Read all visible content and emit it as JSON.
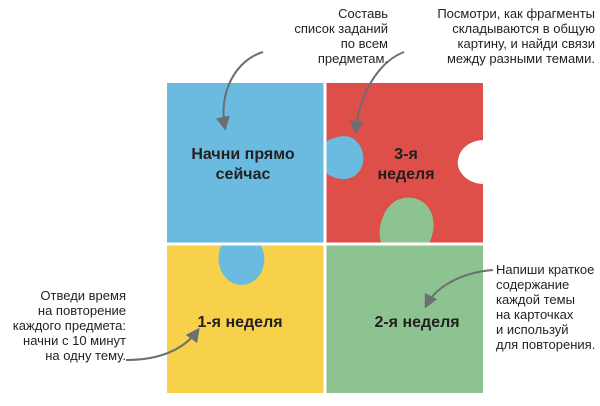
{
  "colors": {
    "blue": "#6bbbe0",
    "red": "#dd4f48",
    "yellow": "#f7d14a",
    "green": "#8cc391",
    "gap": "#ffffff",
    "arrow": "#6d6e71",
    "text": "#231f20"
  },
  "pieces": {
    "now": {
      "label": "Начни прямо\nсейчас",
      "color": "blue"
    },
    "week3": {
      "label": "3-я\nнеделя",
      "color": "red"
    },
    "week1": {
      "label": "1-я неделя",
      "color": "yellow"
    },
    "week2": {
      "label": "2-я неделя",
      "color": "green"
    }
  },
  "notes": {
    "top_left": "Составь\nсписок заданий\nпо всем\nпредметам.",
    "top_right": "Посмотри, как фрагменты\nскладываются в общую\nкартину, и найди связи\nмежду разными темами.",
    "left": "Отведи время\nна повторение\nкаждого предмета:\nначни с 10 минут\nна одну тему.",
    "right": "Напиши краткое\nсодержание\nкаждой темы\nна карточках\nи используй\nдля повторения."
  }
}
